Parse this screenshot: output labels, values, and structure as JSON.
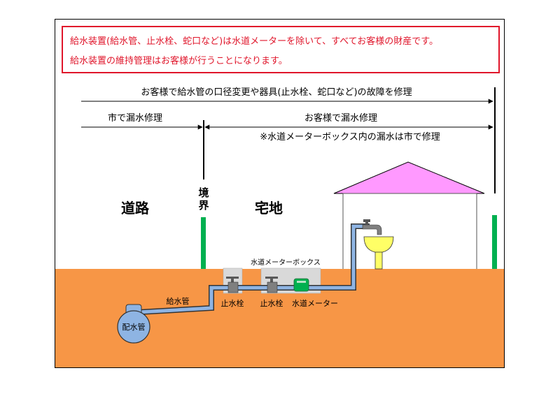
{
  "notice": {
    "line1": "給水装置(給水管、止水栓、蛇口など)は水道メーターを除いて、すべてお客様の財産です。",
    "line2": "給水装置の維持管理はお客様が行うことになります。"
  },
  "labels": {
    "top_span": "お客様で給水管の口径変更や器具(止水栓、蛇口など)の故障を修理",
    "city_repair": "市で漏水修理",
    "customer_repair": "お客様で漏水修理",
    "meter_box_note": "※水道メーターボックス内の漏水は市で修理",
    "road": "道路",
    "boundary_1": "境",
    "boundary_2": "界",
    "residence": "宅地",
    "meter_box": "水道メーターボックス",
    "service_pipe": "給水管",
    "stop_valve_1": "止水栓",
    "stop_valve_2": "止水栓",
    "water_meter": "水道メーター",
    "distribution_main": "配水管"
  },
  "colors": {
    "notice_red": "#e0162b",
    "ground": "#f79646",
    "roof": "#ff99ff",
    "pipe": "#8eb4e3",
    "post": "#00b050",
    "meter": "#00b050",
    "basin": "#ffff66",
    "box": "#d9d9d9"
  }
}
